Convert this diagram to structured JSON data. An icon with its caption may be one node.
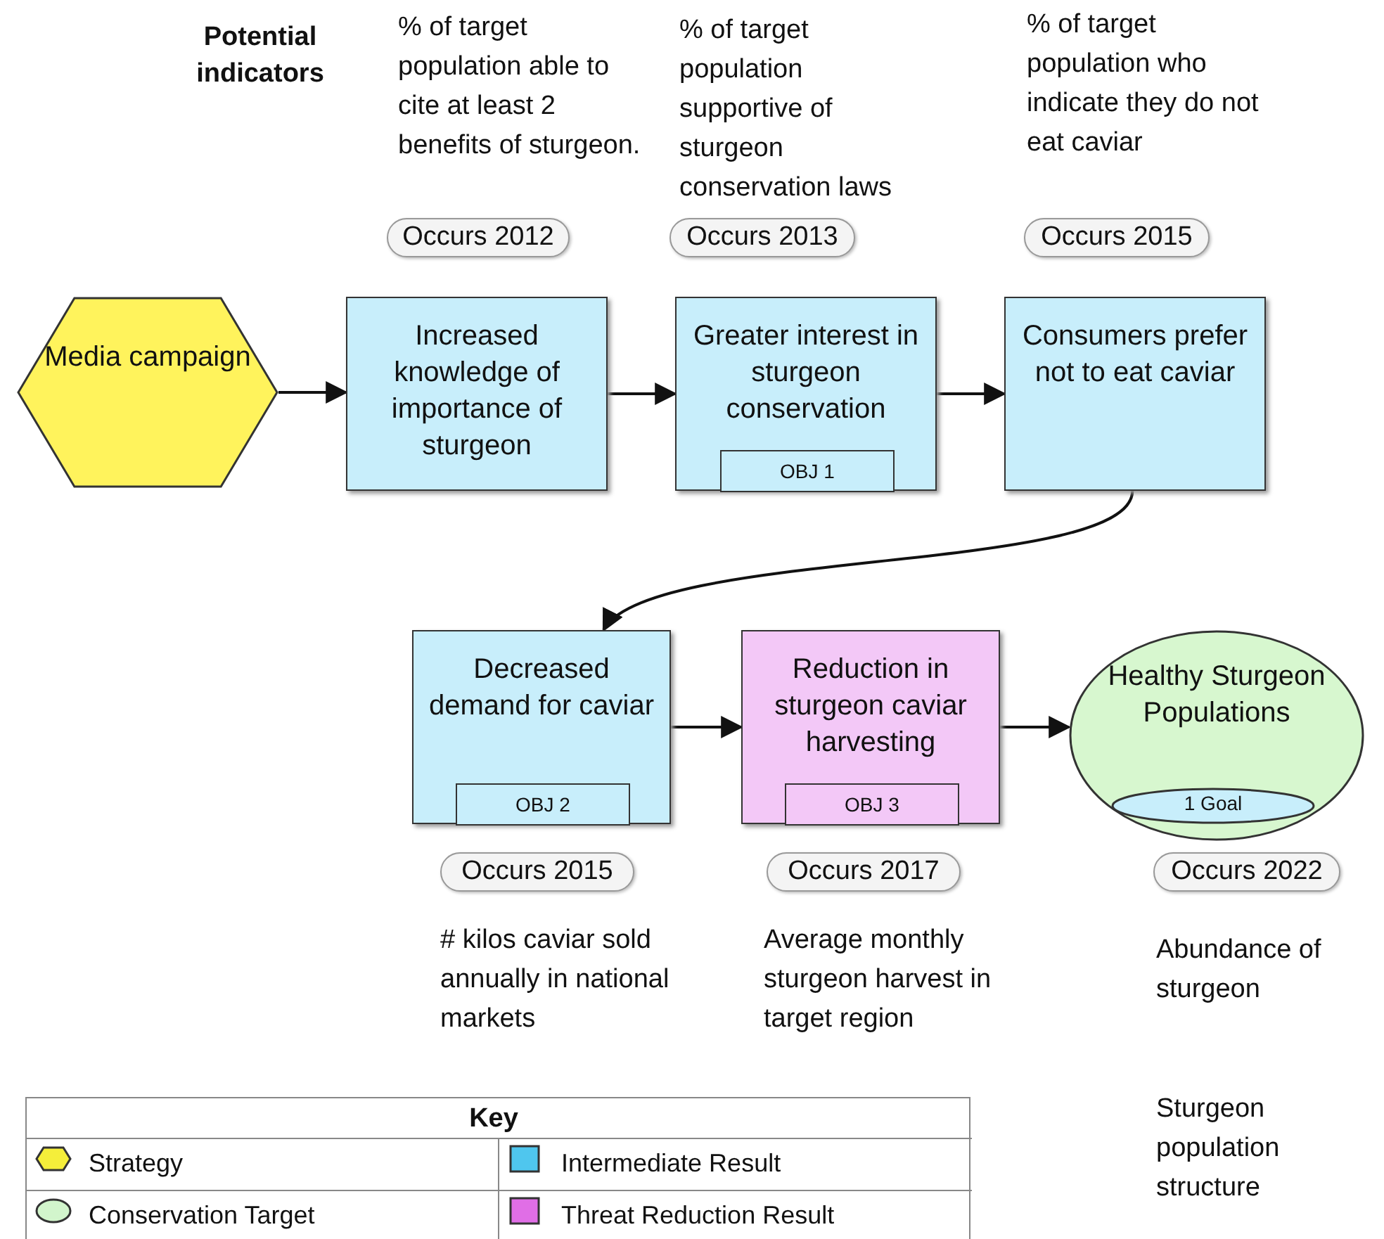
{
  "diagram": {
    "nodes": [
      {
        "text": [
          "Media campaign"
        ]
      },
      {
        "text": [
          "Increased knowledge of importance of sturgeon"
        ],
        "beside": [
          "% of target population able to cite at least 2 benefits of sturgeon.",
          "Occurs 2012"
        ]
      },
      {
        "text": [
          "Greater interest in sturgeon conservation"
        ],
        "beside": [
          "% of target population supportive of sturgeon conservation laws",
          "Occurs 2013"
        ]
      },
      {
        "text": [
          "OBJ 1"
        ],
        "in": 2
      },
      {
        "text": [
          "Consumers prefer not to eat caviar"
        ],
        "beside": [
          "% of target population who indicate they do not eat caviar",
          "Occurs 2015"
        ]
      },
      {
        "text": [
          "Decreased demand for caviar"
        ],
        "beside": [
          "Occurs 2015",
          "# kilos caviar sold annually in national markets"
        ]
      },
      {
        "text": [
          "OBJ 2"
        ],
        "in": 5
      },
      {
        "text": [
          "Reduction in sturgeon caviar harvesting"
        ],
        "beside": [
          "Occurs 2017",
          "Average monthly sturgeon harvest in target region"
        ]
      },
      {
        "text": [
          "OBJ 3"
        ],
        "in": 7
      },
      {
        "text": [
          "Healthy Sturgeon Populations"
        ],
        "beside": [
          "Occurs 2022",
          "Abundance of sturgeon",
          "Sturgeon population structure"
        ]
      },
      {
        "text": [
          "1 Goal"
        ],
        "in": 9
      }
    ],
    "edges": [
      {
        "from": 0,
        "to": 1,
        "arrow": "to"
      },
      {
        "from": 1,
        "to": 2,
        "arrow": "to"
      },
      {
        "from": 2,
        "to": 4,
        "arrow": "to"
      },
      {
        "from": 4,
        "to": 5,
        "arrow": "to"
      },
      {
        "from": 5,
        "to": 7,
        "arrow": "to"
      },
      {
        "from": 7,
        "to": 9,
        "arrow": "to"
      }
    ],
    "labels": [
      "Potential indicators",
      "Key"
    ],
    "legend": [
      {
        "text": "Strategy",
        "color": "#f5ee3a"
      },
      {
        "text": "Intermediate Result",
        "color": "#4fc6ee"
      },
      {
        "text": "Conservation Target",
        "color": "#d2f5cc"
      },
      {
        "text": "Threat Reduction Result",
        "color": "#e06ee6"
      }
    ]
  }
}
